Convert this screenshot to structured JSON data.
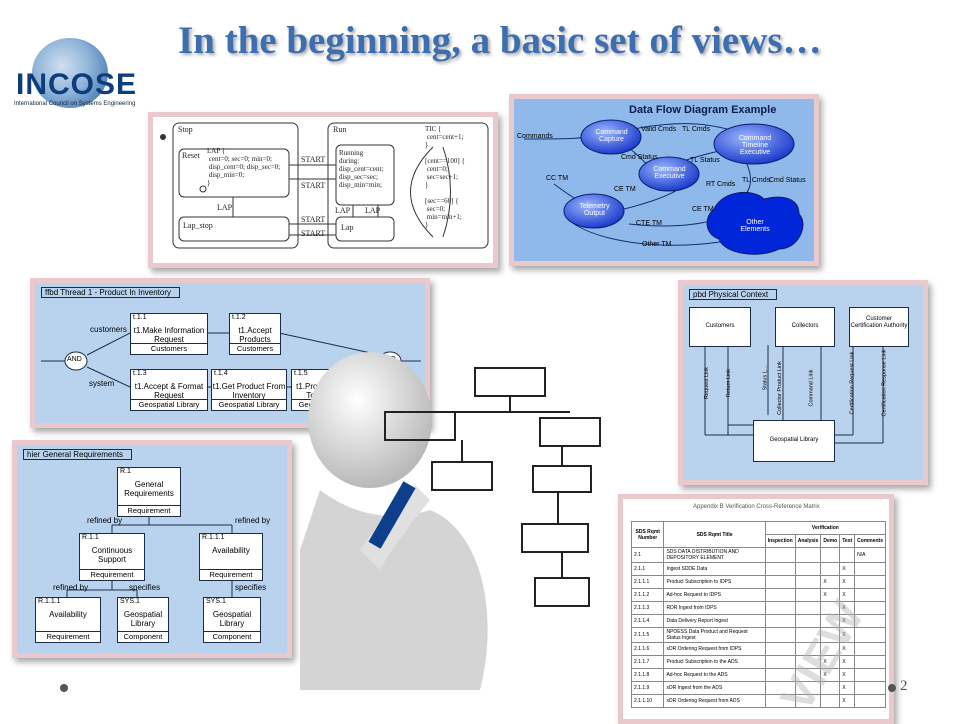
{
  "title": "In the beginning, a basic set of views…",
  "logo": {
    "name": "INCOSE",
    "subtitle": "International Council on Systems Engineering"
  },
  "page_number": "2",
  "statechart": {
    "stop": "Stop",
    "reset": "Reset",
    "run": "Run",
    "lap_stop": "Lap_stop",
    "lap": "Lap",
    "lap_entry": "LAP {\n cent=0; sec=0; min=0;\n disp_cent=0; disp_sec=0;\n disp_min=0;\n}",
    "running": "Running\nduring:\ndisp_cent=cent;\ndisp_sec=sec;\ndisp_min=min;",
    "tic": "TIC {\n cent=cent+1;\n}\n\n[cent==100] {\n cent=0;\n sec=sec+1;\n}\n\n[sec==60] {\n sec=0;\n min=min+1;\n}",
    "start": "START",
    "lap_lbl": "LAP"
  },
  "dfd": {
    "title": "Data Flow Diagram Example",
    "nodes": [
      "Command Capture",
      "Command Timeline Executive",
      "Command Executive",
      "Telemetry Output",
      "Other Elements"
    ],
    "flows": [
      "Commands",
      "Valid Cmds",
      "TL Cmds",
      "Cmd Status",
      "TL Status",
      "CC TM",
      "CE TM",
      "RT Cmds",
      "TL Cmds",
      "Cmd Status",
      "CTE TM",
      "CE TM",
      "Other TM"
    ]
  },
  "ffbd": {
    "header": "ffbd Thread 1 - Product In Inventory",
    "and": "AND",
    "customers": "customers",
    "system": "system",
    "boxes": [
      {
        "id": "t.1.1",
        "text": "t1.Make Information Request",
        "owner": "Customers"
      },
      {
        "id": "t.1.2",
        "text": "t1.Accept Products",
        "owner": "Customers"
      },
      {
        "id": "t.1.3",
        "text": "t1.Accept & Format Request",
        "owner": "Geospatial Library"
      },
      {
        "id": "t.1.4",
        "text": "t1.Get Product From Inventory",
        "owner": "Geospatial Library"
      },
      {
        "id": "t.1.5",
        "text": "t1.Provide Product To Customer",
        "owner": "Geospatial Library"
      }
    ]
  },
  "ibd": {
    "header": "pbd Physical Context",
    "blocks": [
      "Customers",
      "Collectors",
      "Customer Certification Authority",
      "Geospatial Library"
    ],
    "links": [
      "Request Link",
      "Return Link",
      "Status L...",
      "Collector Product Link",
      "Command Link",
      "Certification Request Link",
      "Certification Response Link"
    ]
  },
  "req": {
    "header": "hier General Requirements",
    "boxes": [
      {
        "id": "R.1",
        "text": "General Requirements",
        "type": "Requirement"
      },
      {
        "id": "R.1.1",
        "text": "Continuous Support",
        "type": "Requirement"
      },
      {
        "id": "R.1.1.1",
        "text": "Availability",
        "type": "Requirement"
      },
      {
        "id": "R.1.1.1",
        "text": "Availability",
        "type": "Requirement"
      },
      {
        "id": "SYS.1",
        "text": "Geospatial Library",
        "type": "Component"
      },
      {
        "id": "SYS.1",
        "text": "Geospatial Library",
        "type": "Component"
      }
    ],
    "refined_by": "refined by",
    "specifies": "specifies"
  },
  "matrix": {
    "title": "Appendix B Verification Cross-Reference Matrix",
    "col_num": "SDS Rqmt Number",
    "col_title": "SDS Rqmt Title",
    "verification": "Verification",
    "methods": [
      "Inspection",
      "Analysis",
      "Demo",
      "Test",
      "Comments"
    ],
    "watermark": "VIEW",
    "rows": [
      {
        "n": "2.1",
        "t": "SDS DATA DISTRIBUTION AND DEPOSITORY ELEMENT",
        "c": "N/A"
      },
      {
        "n": "2.1.1",
        "t": "Ingest SDDE Data"
      },
      {
        "n": "2.1.1.1",
        "t": "Product Subscription to IDPS"
      },
      {
        "n": "2.1.1.2",
        "t": "Ad-hoc Request to IDPS"
      },
      {
        "n": "2.1.1.3",
        "t": "RDR Ingest from IDPS"
      },
      {
        "n": "2.1.1.4",
        "t": "Data Delivery Report Ingest"
      },
      {
        "n": "2.1.1.5",
        "t": "NPOESS Data Product and Request Status Ingest"
      },
      {
        "n": "2.1.1.6",
        "t": "xDR Ordering Request from IDPS"
      },
      {
        "n": "2.1.1.7",
        "t": "Product Subscription to the ADS"
      },
      {
        "n": "2.1.1.8",
        "t": "Ad-hoc Request to the ADS"
      },
      {
        "n": "2.1.1.9",
        "t": "xDR Ingest from the ADS"
      },
      {
        "n": "2.1.1.10",
        "t": "xDR Ordering Request from ADS"
      }
    ],
    "x": "X"
  }
}
